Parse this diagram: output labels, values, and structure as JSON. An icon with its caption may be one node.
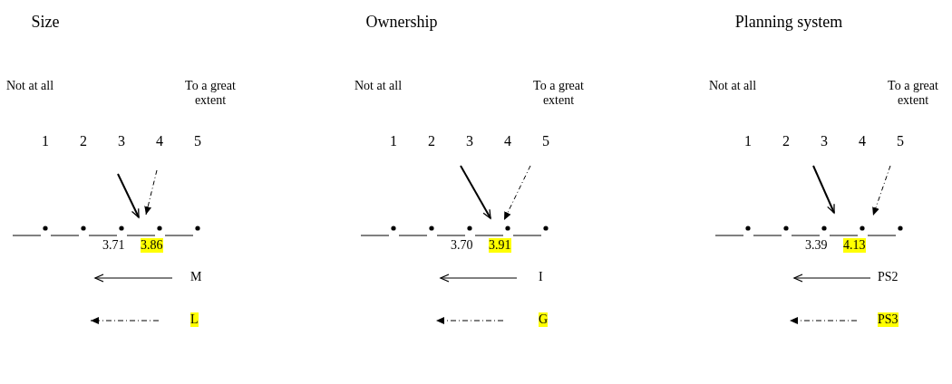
{
  "diagram": {
    "labels": [
      "Size",
      "Ownership",
      "Planning system",
      "Not at all",
      "To a great extent",
      "Not at all",
      "To a great extent",
      "Not at all",
      "To a great extent",
      "1",
      "2",
      "3",
      "4",
      "5",
      "1",
      "2",
      "3",
      "4",
      "5",
      "1",
      "2",
      "3",
      "4",
      "5",
      "3.71",
      "3.86",
      "3.70",
      "3.91",
      "3.39",
      "4.13"
    ],
    "legend": [
      {
        "text": "M"
      },
      {
        "text": "I"
      },
      {
        "text": "PS2"
      },
      {
        "text": "L"
      },
      {
        "text": "G"
      },
      {
        "text": "PS3"
      }
    ]
  }
}
